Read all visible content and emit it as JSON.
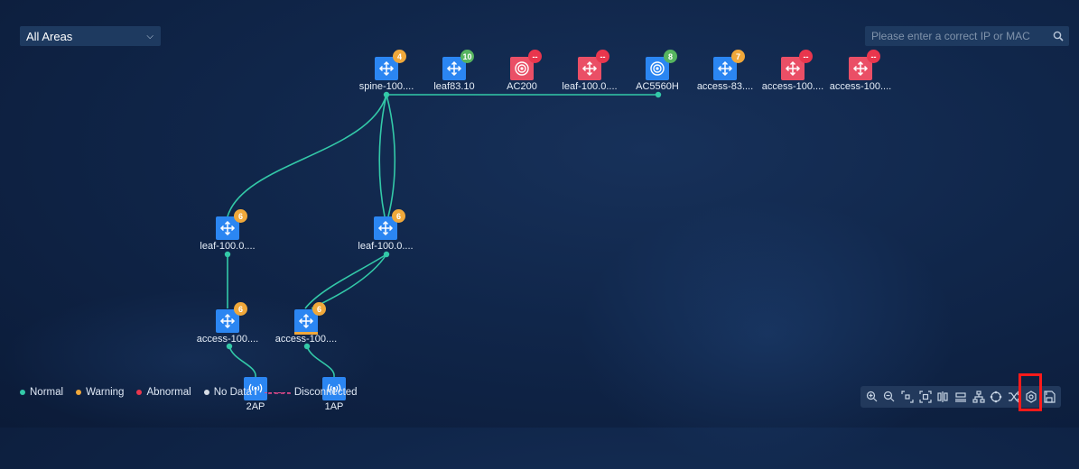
{
  "filters": {
    "area": "All Areas"
  },
  "search": {
    "placeholder": "Please enter a correct IP or MAC"
  },
  "nodes": [
    {
      "id": "spine",
      "label": "spine-100....",
      "badge": "4",
      "badge_color": "#f0a83a",
      "status": "normal",
      "kind": "switch"
    },
    {
      "id": "leaf8310",
      "label": "leaf83.10",
      "badge": "10",
      "badge_color": "#56b45f",
      "status": "normal",
      "kind": "switch"
    },
    {
      "id": "ac200",
      "label": "AC200",
      "badge": "--",
      "badge_color": "#e9364d",
      "status": "abnormal",
      "kind": "ac"
    },
    {
      "id": "leaf100a",
      "label": "leaf-100.0....",
      "badge": "--",
      "badge_color": "#e9364d",
      "status": "abnormal",
      "kind": "switch"
    },
    {
      "id": "ac5560h",
      "label": "AC5560H",
      "badge": "8",
      "badge_color": "#56b45f",
      "status": "normal",
      "kind": "ac"
    },
    {
      "id": "access83",
      "label": "access-83....",
      "badge": "7",
      "badge_color": "#f0a83a",
      "status": "normal",
      "kind": "switch"
    },
    {
      "id": "access100a",
      "label": "access-100....",
      "badge": "--",
      "badge_color": "#e9364d",
      "status": "abnormal",
      "kind": "switch"
    },
    {
      "id": "access100b",
      "label": "access-100....",
      "badge": "--",
      "badge_color": "#e9364d",
      "status": "abnormal",
      "kind": "switch"
    },
    {
      "id": "leaf100left",
      "label": "leaf-100.0....",
      "badge": "6",
      "badge_color": "#f0a83a",
      "status": "normal",
      "kind": "switch"
    },
    {
      "id": "leaf100right",
      "label": "leaf-100.0....",
      "badge": "6",
      "badge_color": "#f0a83a",
      "status": "normal",
      "kind": "switch"
    },
    {
      "id": "access100left",
      "label": "access-100....",
      "badge": "6",
      "badge_color": "#f0a83a",
      "status": "normal",
      "kind": "switch"
    },
    {
      "id": "access100mid",
      "label": "access-100....",
      "badge": "6",
      "badge_color": "#f0a83a",
      "status": "normal",
      "kind": "switch"
    },
    {
      "id": "ap2",
      "label": "2AP",
      "status": "normal",
      "kind": "ap"
    },
    {
      "id": "ap1",
      "label": "1AP",
      "status": "normal",
      "kind": "ap"
    }
  ],
  "legend": [
    {
      "label": "Normal",
      "color": "#33c9a8"
    },
    {
      "label": "Warning",
      "color": "#f0a83a"
    },
    {
      "label": "Abnormal",
      "color": "#e9364d"
    },
    {
      "label": "No Data",
      "color": "#d7dde6"
    },
    {
      "label": "Disconnected",
      "color": "#e24a8a"
    }
  ],
  "toolbar": [
    "zoom-in-icon",
    "zoom-out-icon",
    "box-select-icon",
    "fit-screen-icon",
    "align-icon",
    "layout-horizontal-icon",
    "tree-layout-icon",
    "circle-layout-icon",
    "shuffle-icon",
    "settings-icon",
    "save-icon"
  ],
  "colors": {
    "link": "#33c9a8",
    "normal": "#2b86f2",
    "abnormal": "#ea4f66"
  }
}
